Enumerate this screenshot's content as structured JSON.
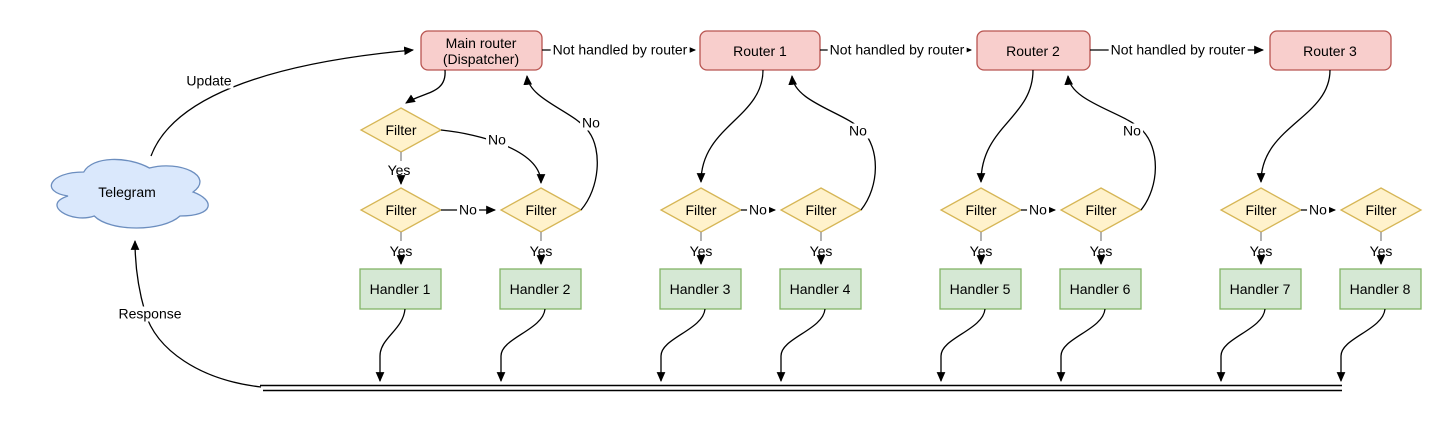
{
  "colors": {
    "background": "#ffffff",
    "cloud_fill": "#dae8fc",
    "cloud_stroke": "#6c8ebf",
    "router_fill": "#f8cecc",
    "router_stroke": "#b85450",
    "filter_fill": "#fff2cc",
    "filter_stroke": "#d6b656",
    "handler_fill": "#d5e8d4",
    "handler_stroke": "#82b366",
    "edge": "#000000",
    "yes_stub": "#9e9e9e"
  },
  "cloud": {
    "label": "Telegram"
  },
  "edge_labels": {
    "update": "Update",
    "response": "Response",
    "not_handled": "Not handled by router",
    "yes": "Yes",
    "no": "No"
  },
  "filter_label": "Filter",
  "routers": [
    {
      "line1": "Main router",
      "line2": "(Dispatcher)"
    },
    {
      "line1": "Router 1",
      "line2": ""
    },
    {
      "line1": "Router 2",
      "line2": ""
    },
    {
      "line1": "Router 3",
      "line2": ""
    }
  ],
  "handlers": [
    {
      "label": "Handler 1"
    },
    {
      "label": "Handler 2"
    },
    {
      "label": "Handler 3"
    },
    {
      "label": "Handler 4"
    },
    {
      "label": "Handler 5"
    },
    {
      "label": "Handler 6"
    },
    {
      "label": "Handler 7"
    },
    {
      "label": "Handler 8"
    }
  ]
}
